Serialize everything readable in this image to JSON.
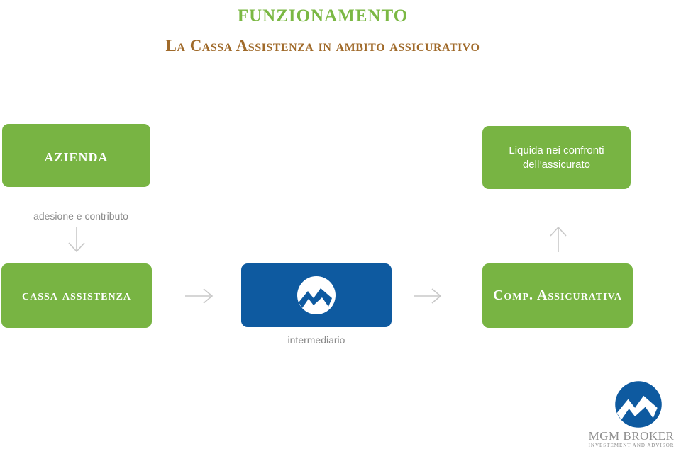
{
  "header": {
    "title": "funzionamento",
    "subtitle": "La Cassa Assistenza in ambito assicurativo"
  },
  "nodes": {
    "azienda": "azienda",
    "liquida_line1": "Liquida nei confronti",
    "liquida_line2": "dell’assicurato",
    "cassa": "cassa assistenza",
    "comp": "Comp. Assicurativa"
  },
  "labels": {
    "adesione": "adesione e contributo",
    "intermediario": "intermediario"
  },
  "brand": {
    "name": "MGM BROKER",
    "tagline": "INVESTEMENT AND ADVISOR",
    "logo_icon": "mountain-logo-icon"
  },
  "colors": {
    "green": "#78b443",
    "blue": "#0e5aa0",
    "title": "#7bb844",
    "subtitle": "#a06a2a",
    "arrow": "#c8c8c8"
  }
}
